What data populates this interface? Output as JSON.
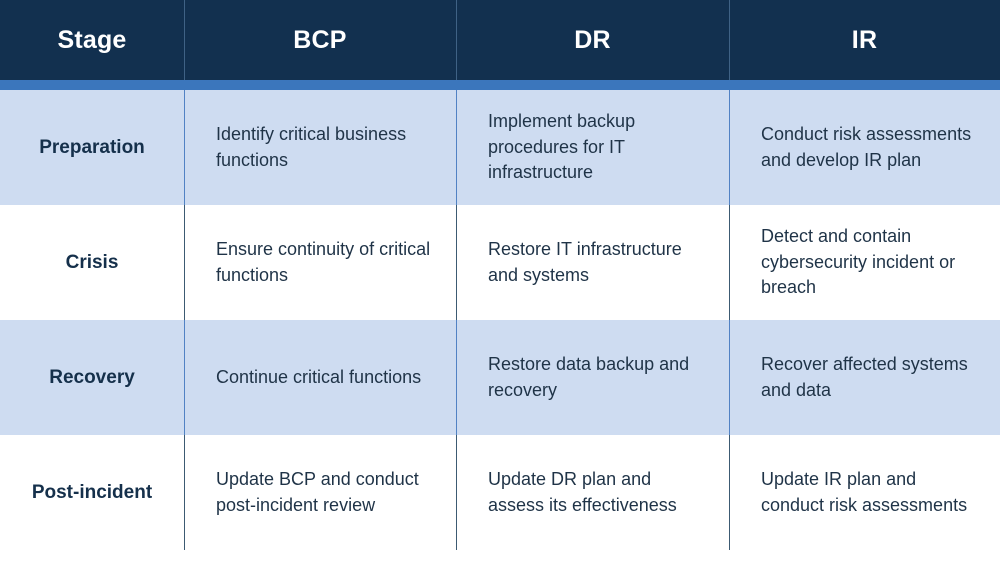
{
  "table": {
    "columns": [
      {
        "key": "stage",
        "label": "Stage"
      },
      {
        "key": "bcp",
        "label": "BCP"
      },
      {
        "key": "dr",
        "label": "DR"
      },
      {
        "key": "ir",
        "label": "IR"
      }
    ],
    "rows": [
      {
        "stage": "Preparation",
        "bcp": "Identify critical business functions",
        "dr": "Implement backup procedures for IT infrastructure",
        "ir": "Conduct risk assessments and develop IR plan",
        "shaded": true
      },
      {
        "stage": "Crisis",
        "bcp": "Ensure continuity of critical functions",
        "dr": "Restore IT infrastructure and systems",
        "ir": "Detect and contain cybersecurity incident or breach",
        "shaded": false
      },
      {
        "stage": "Recovery",
        "bcp": "Continue critical functions",
        "dr": "Restore data backup and recovery",
        "ir": "Recover affected systems and data",
        "shaded": true
      },
      {
        "stage": "Post-incident",
        "bcp": "Update BCP and conduct post-incident review",
        "dr": "Update DR plan and assess its effectiveness",
        "ir": "Update IR plan and conduct risk assessments",
        "shaded": false
      }
    ]
  },
  "colors": {
    "header_background": "#12304F",
    "header_text": "#FFFFFF",
    "accent_bar": "#3B76BC",
    "row_shaded": "#CEDCF1",
    "row_plain": "#FFFFFF",
    "body_text": "#1F3347",
    "stage_text": "#15304B",
    "divider_shaded": "#5182C4",
    "divider_plain": "#3C5A72"
  }
}
